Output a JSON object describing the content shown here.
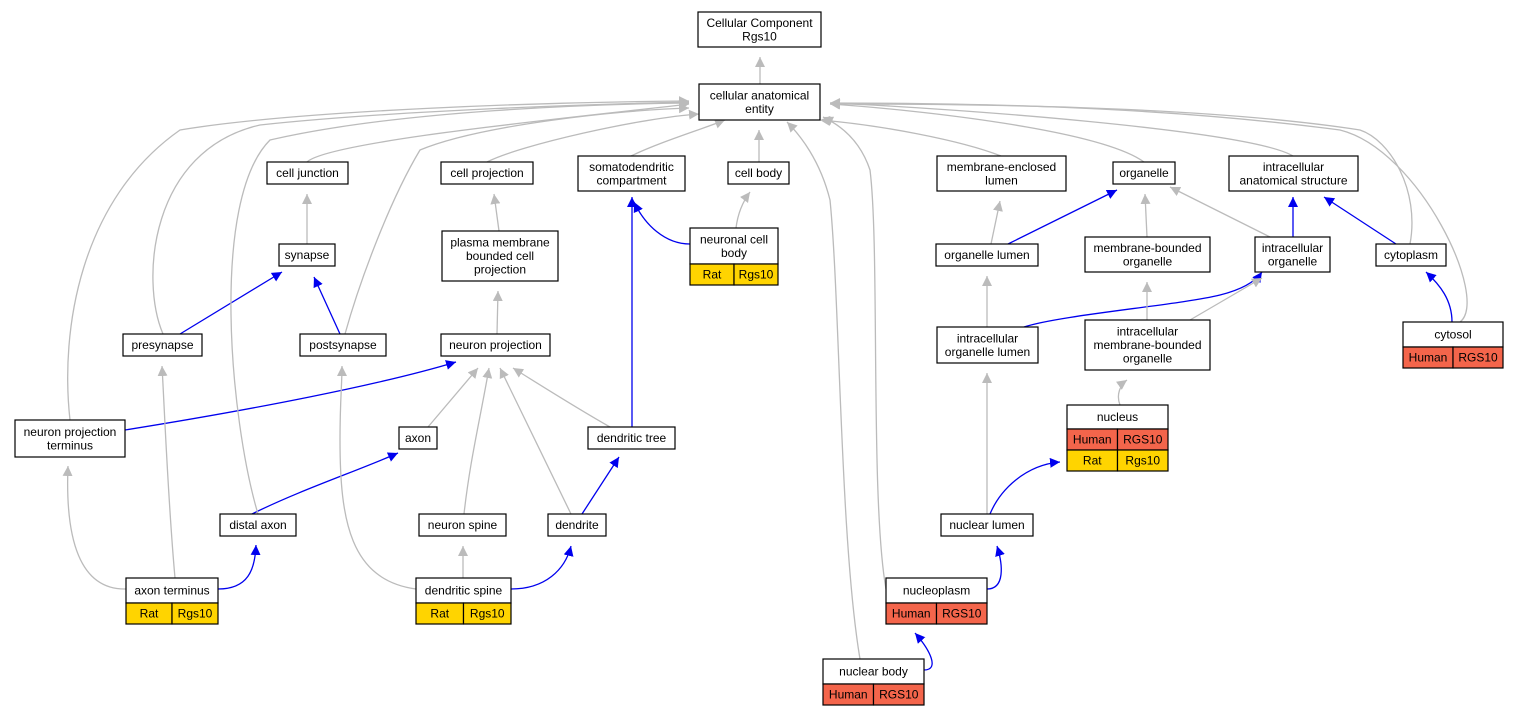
{
  "colors": {
    "is_a_edge": "#bbbbbb",
    "part_of_edge": "#0000ee",
    "human": "#f4654b",
    "rat": "#ffd400"
  },
  "nodes": {
    "root": [
      "Cellular Component",
      "Rgs10"
    ],
    "cae": [
      "cellular anatomical",
      "entity"
    ],
    "cell_junction": [
      "cell junction"
    ],
    "cell_projection": [
      "cell projection"
    ],
    "somatodendritic": [
      "somatodendritic",
      "compartment"
    ],
    "cell_body": [
      "cell body"
    ],
    "membrane_enclosed_lumen": [
      "membrane-enclosed",
      "lumen"
    ],
    "organelle": [
      "organelle"
    ],
    "intracellular_anatomical": [
      "intracellular",
      "anatomical structure"
    ],
    "synapse": [
      "synapse"
    ],
    "pm_bounded_projection": [
      "plasma membrane",
      "bounded cell",
      "projection"
    ],
    "neuronal_cell_body": [
      "neuronal cell",
      "body"
    ],
    "organelle_lumen": [
      "organelle lumen"
    ],
    "membrane_bounded_organelle": [
      "membrane-bounded",
      "organelle"
    ],
    "intracellular_organelle": [
      "intracellular",
      "organelle"
    ],
    "cytoplasm": [
      "cytoplasm"
    ],
    "presynapse": [
      "presynapse"
    ],
    "postsynapse": [
      "postsynapse"
    ],
    "neuron_projection": [
      "neuron projection"
    ],
    "intracellular_organelle_lumen": [
      "intracellular",
      "organelle lumen"
    ],
    "intracellular_mb_organelle": [
      "intracellular",
      "membrane-bounded",
      "organelle"
    ],
    "cytosol": [
      "cytosol"
    ],
    "neuron_projection_terminus": [
      "neuron projection",
      "terminus"
    ],
    "axon": [
      "axon"
    ],
    "dendritic_tree": [
      "dendritic tree"
    ],
    "nucleus": [
      "nucleus"
    ],
    "distal_axon": [
      "distal axon"
    ],
    "neuron_spine": [
      "neuron spine"
    ],
    "dendrite": [
      "dendrite"
    ],
    "nuclear_lumen": [
      "nuclear lumen"
    ],
    "axon_terminus": [
      "axon terminus"
    ],
    "dendritic_spine": [
      "dendritic spine"
    ],
    "nucleoplasm": [
      "nucleoplasm"
    ],
    "nuclear_body": [
      "nuclear body"
    ]
  },
  "annotations": {
    "neuronal_cell_body": [
      [
        "Rat",
        "Rgs10"
      ]
    ],
    "cytosol": [
      [
        "Human",
        "RGS10"
      ]
    ],
    "nucleus": [
      [
        "Human",
        "RGS10"
      ],
      [
        "Rat",
        "Rgs10"
      ]
    ],
    "axon_terminus": [
      [
        "Rat",
        "Rgs10"
      ]
    ],
    "dendritic_spine": [
      [
        "Rat",
        "Rgs10"
      ]
    ],
    "nucleoplasm": [
      [
        "Human",
        "RGS10"
      ]
    ],
    "nuclear_body": [
      [
        "Human",
        "RGS10"
      ]
    ]
  },
  "edges": [
    {
      "from": "cae",
      "to": "root",
      "type": "is_a"
    },
    {
      "from": "cell_junction",
      "to": "cae",
      "type": "is_a"
    },
    {
      "from": "cell_projection",
      "to": "cae",
      "type": "is_a"
    },
    {
      "from": "somatodendritic",
      "to": "cae",
      "type": "is_a"
    },
    {
      "from": "cell_body",
      "to": "cae",
      "type": "is_a"
    },
    {
      "from": "membrane_enclosed_lumen",
      "to": "cae",
      "type": "is_a"
    },
    {
      "from": "organelle",
      "to": "cae",
      "type": "is_a"
    },
    {
      "from": "intracellular_anatomical",
      "to": "cae",
      "type": "is_a"
    },
    {
      "from": "synapse",
      "to": "cell_junction",
      "type": "is_a"
    },
    {
      "from": "pm_bounded_projection",
      "to": "cell_projection",
      "type": "is_a"
    },
    {
      "from": "neuronal_cell_body",
      "to": "somatodendritic",
      "type": "part_of"
    },
    {
      "from": "neuronal_cell_body",
      "to": "cell_body",
      "type": "is_a"
    },
    {
      "from": "organelle_lumen",
      "to": "membrane_enclosed_lumen",
      "type": "is_a"
    },
    {
      "from": "organelle_lumen",
      "to": "organelle",
      "type": "part_of"
    },
    {
      "from": "membrane_bounded_organelle",
      "to": "organelle",
      "type": "is_a"
    },
    {
      "from": "intracellular_organelle",
      "to": "organelle",
      "type": "is_a"
    },
    {
      "from": "intracellular_organelle",
      "to": "intracellular_anatomical",
      "type": "part_of"
    },
    {
      "from": "cytoplasm",
      "to": "intracellular_anatomical",
      "type": "part_of"
    },
    {
      "from": "cytoplasm",
      "to": "cae",
      "type": "is_a"
    },
    {
      "from": "presynapse",
      "to": "synapse",
      "type": "part_of"
    },
    {
      "from": "postsynapse",
      "to": "synapse",
      "type": "part_of"
    },
    {
      "from": "presynapse",
      "to": "cae",
      "type": "is_a"
    },
    {
      "from": "postsynapse",
      "to": "cae",
      "type": "is_a"
    },
    {
      "from": "neuron_projection",
      "to": "pm_bounded_projection",
      "type": "is_a"
    },
    {
      "from": "intracellular_organelle_lumen",
      "to": "organelle_lumen",
      "type": "is_a"
    },
    {
      "from": "intracellular_organelle_lumen",
      "to": "intracellular_organelle",
      "type": "part_of"
    },
    {
      "from": "intracellular_mb_organelle",
      "to": "membrane_bounded_organelle",
      "type": "is_a"
    },
    {
      "from": "intracellular_mb_organelle",
      "to": "intracellular_organelle",
      "type": "is_a"
    },
    {
      "from": "cytosol",
      "to": "cytoplasm",
      "type": "part_of"
    },
    {
      "from": "cytosol",
      "to": "cae",
      "type": "is_a"
    },
    {
      "from": "neuron_projection_terminus",
      "to": "neuron_projection",
      "type": "part_of"
    },
    {
      "from": "neuron_projection_terminus",
      "to": "cae",
      "type": "is_a"
    },
    {
      "from": "axon",
      "to": "neuron_projection",
      "type": "is_a"
    },
    {
      "from": "dendritic_tree",
      "to": "neuron_projection",
      "type": "is_a"
    },
    {
      "from": "dendritic_tree",
      "to": "somatodendritic",
      "type": "part_of"
    },
    {
      "from": "nucleus",
      "to": "intracellular_mb_organelle",
      "type": "is_a"
    },
    {
      "from": "distal_axon",
      "to": "axon",
      "type": "part_of"
    },
    {
      "from": "distal_axon",
      "to": "cae",
      "type": "is_a"
    },
    {
      "from": "neuron_spine",
      "to": "neuron_projection",
      "type": "is_a"
    },
    {
      "from": "dendrite",
      "to": "neuron_projection",
      "type": "is_a"
    },
    {
      "from": "dendrite",
      "to": "dendritic_tree",
      "type": "part_of"
    },
    {
      "from": "nuclear_lumen",
      "to": "intracellular_organelle_lumen",
      "type": "is_a"
    },
    {
      "from": "nuclear_lumen",
      "to": "nucleus",
      "type": "part_of"
    },
    {
      "from": "axon_terminus",
      "to": "distal_axon",
      "type": "part_of"
    },
    {
      "from": "axon_terminus",
      "to": "presynapse",
      "type": "is_a"
    },
    {
      "from": "axon_terminus",
      "to": "neuron_projection_terminus",
      "type": "is_a"
    },
    {
      "from": "dendritic_spine",
      "to": "neuron_spine",
      "type": "is_a"
    },
    {
      "from": "dendritic_spine",
      "to": "dendrite",
      "type": "part_of"
    },
    {
      "from": "dendritic_spine",
      "to": "postsynapse",
      "type": "is_a"
    },
    {
      "from": "nucleoplasm",
      "to": "nuclear_lumen",
      "type": "part_of"
    },
    {
      "from": "nucleoplasm",
      "to": "cae",
      "type": "is_a"
    },
    {
      "from": "nuclear_body",
      "to": "nucleoplasm",
      "type": "part_of"
    },
    {
      "from": "nuclear_body",
      "to": "cae",
      "type": "is_a"
    }
  ]
}
